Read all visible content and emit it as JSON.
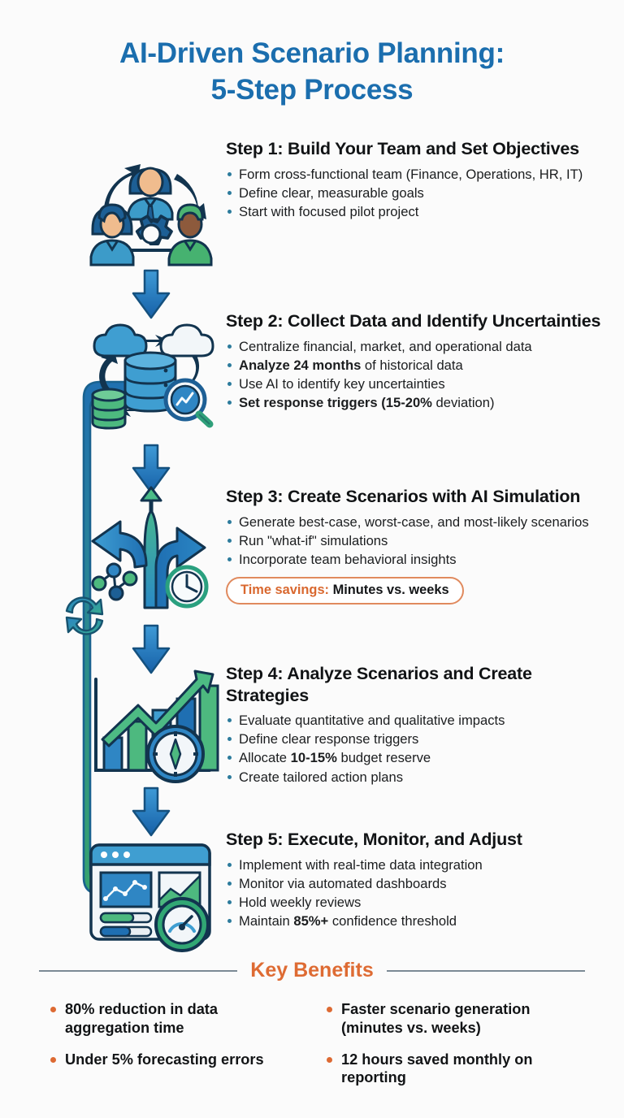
{
  "page": {
    "background_color": "#fbfbfb",
    "title_color": "#1b6eae",
    "accent_orange": "#de6b33",
    "bullet_blue": "#2c7b9c",
    "divider_gray": "#7b8a95",
    "arrow_blue": "#1b6fb5",
    "arrow_green": "#39a66a"
  },
  "title": {
    "line1": "AI-Driven Scenario Planning:",
    "line2": "5-Step Process"
  },
  "steps": [
    {
      "id": "step-1",
      "icon_name": "team-collaboration-icon",
      "title": "Step 1: Build Your Team and Set Objectives",
      "bullets": [
        {
          "text": "Form cross-functional team (Finance, Operations, HR, IT)",
          "bold": ""
        },
        {
          "text": "Define clear, measurable goals",
          "bold": ""
        },
        {
          "text": "Start with focused pilot project",
          "bold": ""
        }
      ],
      "badge": null
    },
    {
      "id": "step-2",
      "icon_name": "data-cloud-database-icon",
      "title": "Step 2: Collect Data and Identify Uncertainties",
      "bullets": [
        {
          "text": "Centralize financial, market, and operational data",
          "bold": ""
        },
        {
          "text": "Analyze 24 months of historical data",
          "bold": "Analyze 24 months"
        },
        {
          "text": "Use AI to identify key uncertainties",
          "bold": ""
        },
        {
          "text": "Set response triggers (15-20% deviation)",
          "bold": "Set response triggers (15-20%"
        }
      ],
      "badge": null
    },
    {
      "id": "step-3",
      "icon_name": "branching-arrows-scenarios-icon",
      "title": "Step 3: Create Scenarios with AI Simulation",
      "bullets": [
        {
          "text": "Generate best-case, worst-case, and most-likely scenarios",
          "bold": ""
        },
        {
          "text": "Run \"what-if\" simulations",
          "bold": ""
        },
        {
          "text": "Incorporate team behavioral insights",
          "bold": ""
        }
      ],
      "badge": {
        "label": "Time savings:",
        "value": "Minutes vs. weeks"
      }
    },
    {
      "id": "step-4",
      "icon_name": "bar-chart-compass-icon",
      "title": "Step 4: Analyze Scenarios and Create Strategies",
      "bullets": [
        {
          "text": "Evaluate quantitative and qualitative impacts",
          "bold": ""
        },
        {
          "text": "Define clear response triggers",
          "bold": ""
        },
        {
          "text": "Allocate 10-15% budget reserve",
          "bold": "10-15%"
        },
        {
          "text": "Create tailored action plans",
          "bold": ""
        }
      ],
      "badge": null
    },
    {
      "id": "step-5",
      "icon_name": "dashboard-monitor-icon",
      "title": "Step 5: Execute, Monitor, and Adjust",
      "bullets": [
        {
          "text": "Implement with real-time data integration",
          "bold": ""
        },
        {
          "text": "Monitor via automated dashboards",
          "bold": ""
        },
        {
          "text": "Hold weekly reviews",
          "bold": ""
        },
        {
          "text": "Maintain 85%+ confidence threshold",
          "bold": "85%+"
        }
      ],
      "badge": null
    }
  ],
  "feedback_loop": {
    "icon_name": "refresh-loop-icon",
    "description": "Feedback loop from Step 5 back to Step 2"
  },
  "benefits": {
    "heading": "Key Benefits",
    "items": [
      "80% reduction in data aggregation time",
      "Faster scenario generation (minutes vs. weeks)",
      "Under 5% forecasting errors",
      "12 hours saved monthly on reporting"
    ]
  }
}
